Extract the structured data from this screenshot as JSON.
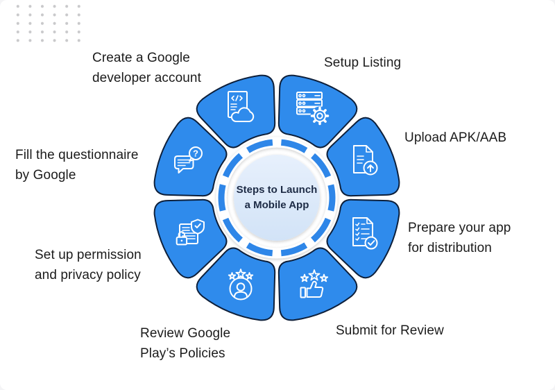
{
  "center": {
    "title": "Steps to Launch\na Mobile App"
  },
  "steps": [
    {
      "label": "Create a Google\ndeveloper account",
      "icon": "document-code-cloud-icon",
      "position": "top-left"
    },
    {
      "label": "Setup Listing",
      "icon": "server-gear-icon",
      "position": "top-right"
    },
    {
      "label": "Upload APK/AAB",
      "icon": "document-upload-icon",
      "position": "right-upper"
    },
    {
      "label": "Prepare your app\nfor distribution",
      "icon": "checklist-check-icon",
      "position": "right-lower"
    },
    {
      "label": "Submit for Review",
      "icon": "thumbs-up-stars-icon",
      "position": "bottom-right"
    },
    {
      "label": "Review Google\nPlay’s Policies",
      "icon": "person-stars-icon",
      "position": "bottom-left"
    },
    {
      "label": "Set up permission\nand privacy policy",
      "icon": "document-lock-shield-icon",
      "position": "left-lower"
    },
    {
      "label": "Fill the questionnaire\nby Google",
      "icon": "chat-question-icon",
      "position": "left-upper"
    }
  ],
  "icons": {
    "question_mark": "?"
  },
  "colors": {
    "petal": "#2F8BEC",
    "petal_outline": "#0D1F3A",
    "ring_dash": "#2E86E8",
    "ring_band": "#FFFFFF",
    "center_fill": "#DCE9FB",
    "center_text": "#1D2B45",
    "label_text": "#1B1B1B",
    "icon_stroke": "#FFFFFF",
    "dots": "#C9C9CB"
  }
}
